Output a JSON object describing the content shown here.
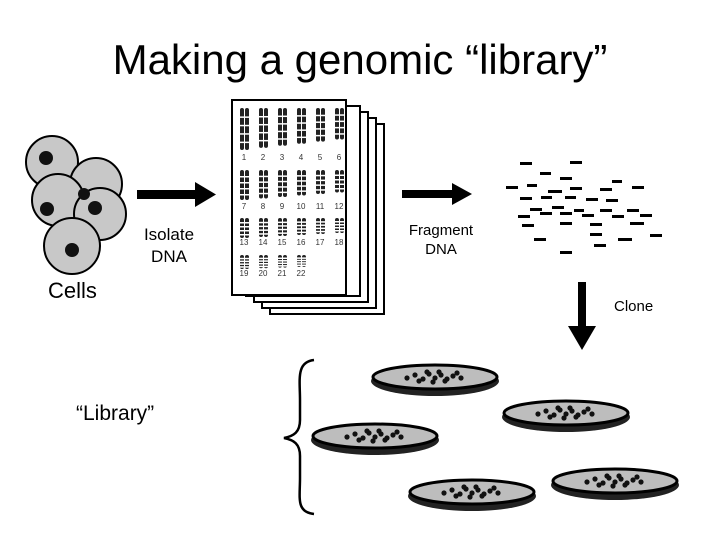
{
  "title": "Making a genomic “library”",
  "labels": {
    "cells": "Cells",
    "isolate_line1": "Isolate",
    "isolate_line2": "DNA",
    "fragment_line1": "Fragment",
    "fragment_line2": "DNA",
    "clone": "Clone",
    "library": "“Library”"
  },
  "karyotype_numbers": [
    "1",
    "2",
    "3",
    "4",
    "5",
    "6",
    "7",
    "8",
    "9",
    "10",
    "11",
    "12",
    "13",
    "14",
    "15",
    "16",
    "17",
    "18",
    "19",
    "20",
    "21",
    "22"
  ]
}
